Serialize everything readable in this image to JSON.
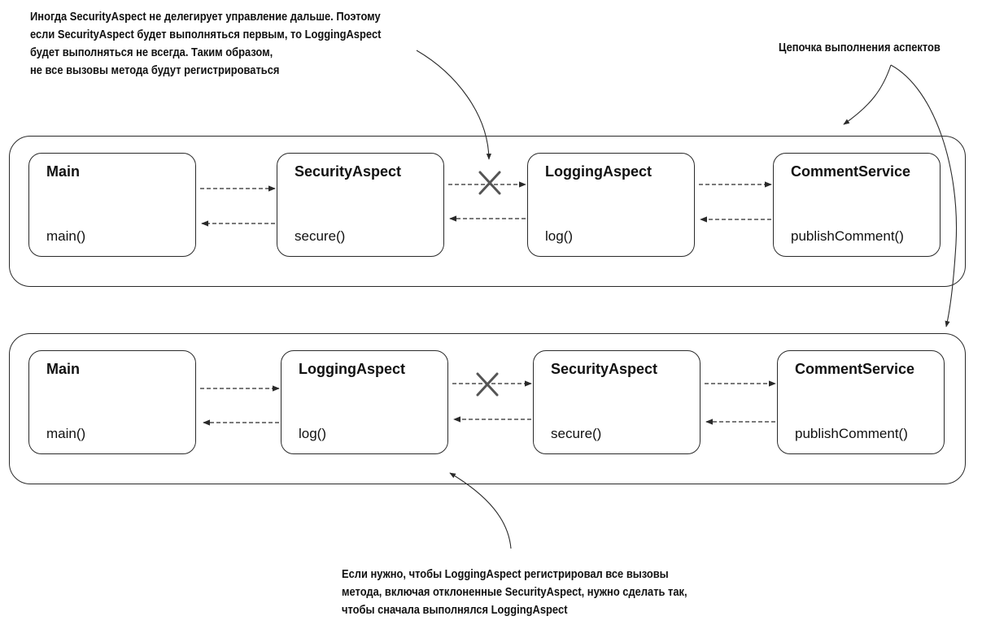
{
  "annotations": {
    "top_note": [
      "Иногда SecurityAspect не делегирует управление дальше. Поэтому",
      "если SecurityAspect будет выполняться первым, то LoggingAspect",
      "будет выполняться не всегда. Таким образом,",
      "не все вызовы метода будут регистрироваться"
    ],
    "chain_label": "Цепочка выполнения аспектов",
    "bottom_note": [
      "Если нужно, чтобы LoggingAspect регистрировал все вызовы",
      "метода, включая отклоненные SecurityAspect, нужно сделать так,",
      "чтобы сначала выполнялся LoggingAspect"
    ]
  },
  "chains": [
    {
      "boxes": [
        {
          "name": "Main",
          "method": "main()"
        },
        {
          "name": "SecurityAspect",
          "method": "secure()"
        },
        {
          "name": "LoggingAspect",
          "method": "log()"
        },
        {
          "name": "CommentService",
          "method": "publishComment()"
        }
      ]
    },
    {
      "boxes": [
        {
          "name": "Main",
          "method": "main()"
        },
        {
          "name": "LoggingAspect",
          "method": "log()"
        },
        {
          "name": "SecurityAspect",
          "method": "secure()"
        },
        {
          "name": "CommentService",
          "method": "publishComment()"
        }
      ]
    }
  ],
  "colors": {
    "stroke": "#2a2a2a",
    "cross": "#555555",
    "text": "#111111"
  },
  "icons": {
    "blocked_call": "cross-icon"
  }
}
